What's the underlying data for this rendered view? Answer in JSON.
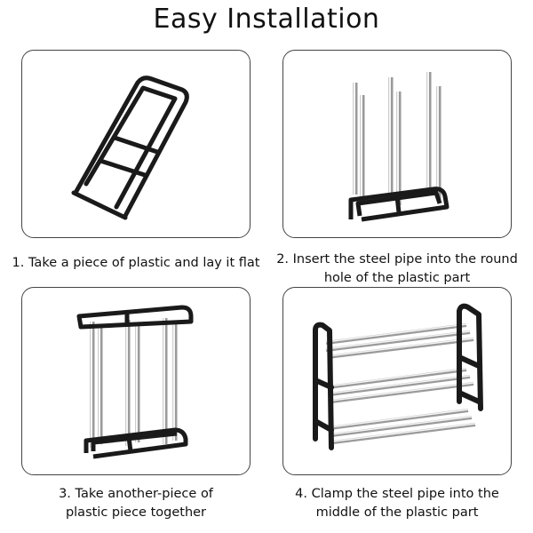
{
  "title": "Easy Installation",
  "steps": [
    {
      "caption_lines": [
        "1. Take a piece of plastic and lay it flat"
      ],
      "image": "flat-plastic-frame"
    },
    {
      "caption_lines": [
        "2. Insert the steel pipe into the round",
        "hole of the plastic part"
      ],
      "image": "frame-with-vertical-pipes"
    },
    {
      "caption_lines": [
        "3. Take another-piece of",
        "plastic piece together"
      ],
      "image": "two-frames-joined-by-pipes"
    },
    {
      "caption_lines": [
        "4. Clamp the steel pipe into the",
        "middle of the plastic part"
      ],
      "image": "assembled-three-tier-shoe-rack"
    }
  ],
  "colors": {
    "frame": "#1a1a1a",
    "pipe_light": "#f2f2f2",
    "pipe_dark": "#9a9a9a",
    "border": "#444444"
  }
}
